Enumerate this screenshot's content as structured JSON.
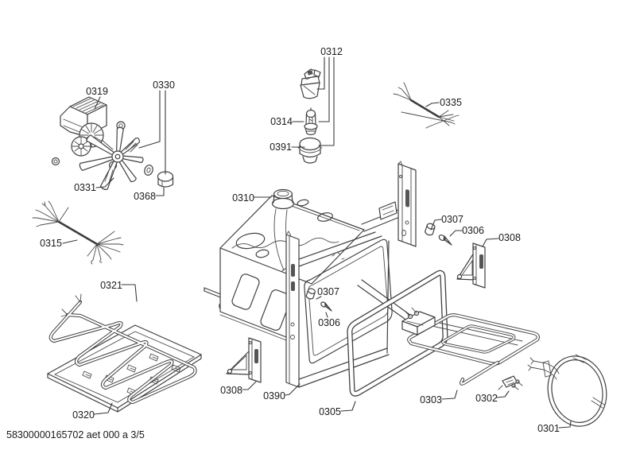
{
  "document": {
    "footer_code": "58300000165702 aet 000 a 3/5"
  },
  "diagram": {
    "type": "exploded-parts-diagram",
    "colors": {
      "background": "#ffffff",
      "line": "#404040",
      "label": "#1a1a1a"
    },
    "labels": [
      {
        "number": "0319"
      },
      {
        "number": "0330"
      },
      {
        "number": "0368"
      },
      {
        "number": "0331"
      },
      {
        "number": "0315"
      },
      {
        "number": "0321"
      },
      {
        "number": "0320"
      },
      {
        "number": "0312"
      },
      {
        "number": "0314"
      },
      {
        "number": "0391"
      },
      {
        "number": "0310"
      },
      {
        "number": "0335"
      },
      {
        "number": "0307"
      },
      {
        "number": "0306"
      },
      {
        "number": "0307"
      },
      {
        "number": "0306"
      },
      {
        "number": "0308"
      },
      {
        "number": "0308"
      },
      {
        "number": "0390"
      },
      {
        "number": "0305"
      },
      {
        "number": "0303"
      },
      {
        "number": "0302"
      },
      {
        "number": "0301"
      }
    ]
  }
}
